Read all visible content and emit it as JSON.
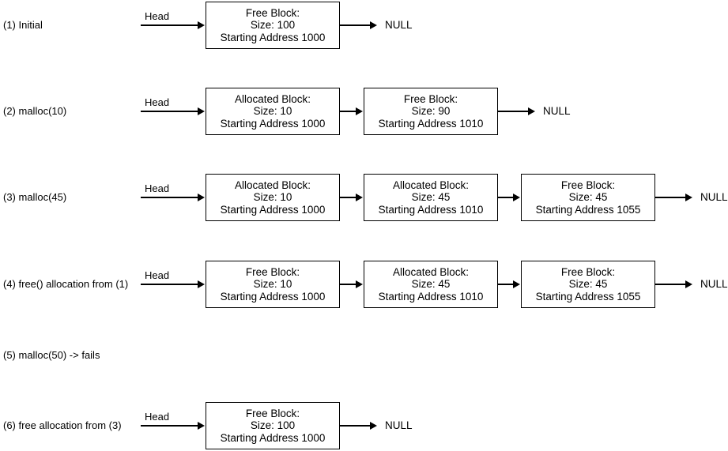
{
  "diagram": {
    "head_label": "Head",
    "null_label": "NULL",
    "colors": {
      "stroke": "#000000",
      "text": "#000000",
      "background": "#ffffff"
    },
    "rows": [
      {
        "label": "(1) Initial",
        "has_head": true,
        "has_null": true,
        "blocks": [
          {
            "kind": "free",
            "lines": [
              "Free Block:",
              "Size: 100",
              "Starting Address 1000"
            ]
          }
        ]
      },
      {
        "label": "(2) malloc(10)",
        "has_head": true,
        "has_null": true,
        "blocks": [
          {
            "kind": "allocated",
            "lines": [
              "Allocated Block:",
              "Size: 10",
              "Starting Address 1000"
            ]
          },
          {
            "kind": "free",
            "lines": [
              "Free Block:",
              "Size: 90",
              "Starting Address 1010"
            ]
          }
        ]
      },
      {
        "label": "(3) malloc(45)",
        "has_head": true,
        "has_null": true,
        "blocks": [
          {
            "kind": "allocated",
            "lines": [
              "Allocated Block:",
              "Size: 10",
              "Starting Address 1000"
            ]
          },
          {
            "kind": "allocated",
            "lines": [
              "Allocated Block:",
              "Size: 45",
              "Starting Address 1010"
            ]
          },
          {
            "kind": "free",
            "lines": [
              "Free Block:",
              "Size: 45",
              "Starting Address 1055"
            ]
          }
        ]
      },
      {
        "label": "(4) free() allocation from (1)",
        "has_head": true,
        "has_null": true,
        "blocks": [
          {
            "kind": "free",
            "lines": [
              "Free Block:",
              "Size: 10",
              "Starting Address 1000"
            ]
          },
          {
            "kind": "allocated",
            "lines": [
              "Allocated Block:",
              "Size: 45",
              "Starting Address 1010"
            ]
          },
          {
            "kind": "free",
            "lines": [
              "Free Block:",
              "Size: 45",
              "Starting Address 1055"
            ]
          }
        ]
      },
      {
        "label": "(5) malloc(50) -> fails",
        "has_head": false,
        "has_null": false,
        "blocks": []
      },
      {
        "label": "(6) free allocation from (3)",
        "has_head": true,
        "has_null": true,
        "blocks": [
          {
            "kind": "free",
            "lines": [
              "Free Block:",
              "Size: 100",
              "Starting Address 1000"
            ]
          }
        ]
      }
    ]
  }
}
